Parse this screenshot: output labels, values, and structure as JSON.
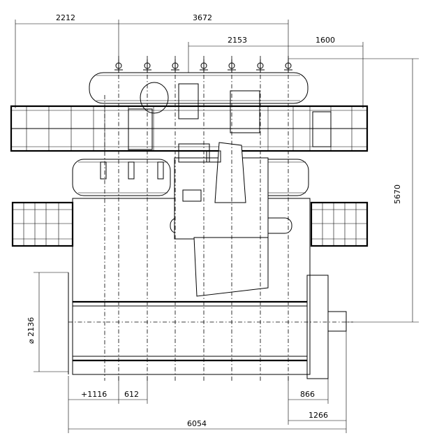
{
  "dimensions": {
    "top_left_width": "2212",
    "top_mid_width": "3672",
    "upper_inner_width": "2153",
    "upper_right_width": "1600",
    "total_height": "5670",
    "drum_diameter": "⌀ 2136",
    "bottom_left_offset": "+1116",
    "bottom_left_second": "612",
    "bottom_right_inner": "866",
    "bottom_right_outer": "1266",
    "overall_width": "6054"
  }
}
